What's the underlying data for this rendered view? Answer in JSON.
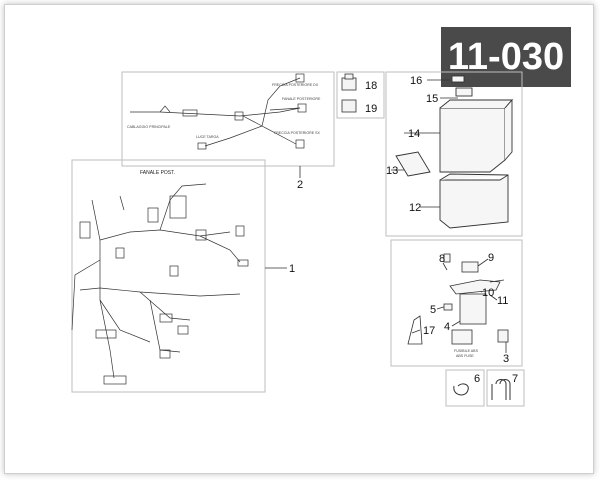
{
  "page_code": "11-030",
  "callouts": {
    "c1": "1",
    "c2": "2",
    "c3": "3",
    "c4": "4",
    "c5": "5",
    "c6": "6",
    "c7": "7",
    "c8": "8",
    "c9": "9",
    "c10": "10",
    "c11": "11",
    "c12": "12",
    "c13": "13",
    "c14": "14",
    "c15": "15",
    "c16": "16",
    "c17": "17",
    "c18": "18",
    "c19": "19"
  },
  "labels": {
    "fanale_post": "FANALE POST.",
    "fuse_box": "FUSIBILE ABS",
    "fuse_box_en": "ABS FUSE",
    "cablaggio": "CABLAGGIO PRINCIPALE",
    "luce_targa": "LUCE TARGA",
    "freccia_post_dx": "FRECCIA POSTERIORE DX",
    "fanale_posteriore": "FANALE POSTERIORE",
    "freccia_post_sx": "FRECCIA POSTERIORE SX"
  }
}
